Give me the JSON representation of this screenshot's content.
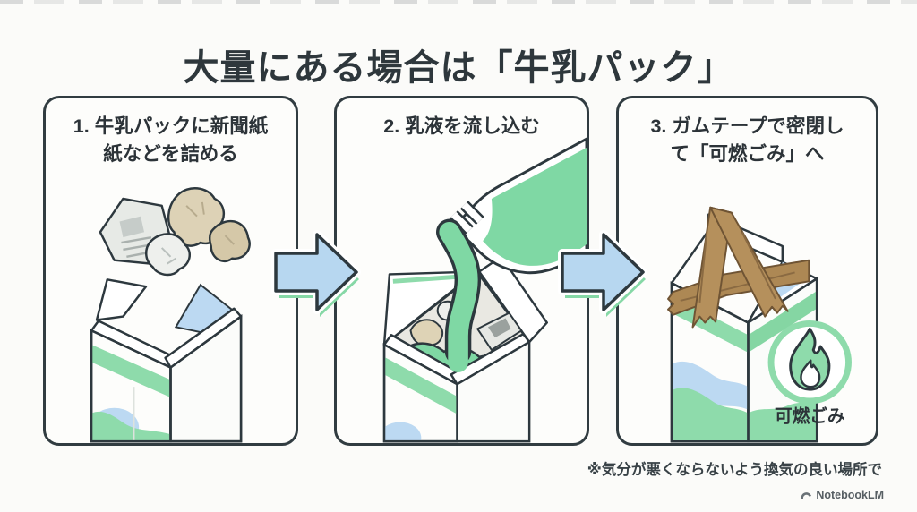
{
  "title": "大量にある場合は「牛乳パック」",
  "steps": [
    {
      "heading": [
        "1. 牛乳パックに新聞紙",
        "紙などを詰める"
      ]
    },
    {
      "heading": [
        "2. 乳液を流し込む"
      ]
    },
    {
      "heading": [
        "3. ガムテープで密閉し",
        "て「可燃ごみ」へ"
      ],
      "badge_label": "可燃ごみ"
    }
  ],
  "footnote": "※気分が悪くならないよう換気の良い場所で",
  "branding": {
    "name": "NotebookLM"
  },
  "colors": {
    "accent_green": "#8edbab",
    "accent_blue": "#bcd9f2",
    "arrow_blue": "#b7d7f0",
    "arrow_shadow_green": "#86d8a6",
    "tape_brown": "#b5905c",
    "outline": "#2d383e",
    "title_text": "#2e373c"
  },
  "icons": {
    "arrow": "arrow-right-icon",
    "flame": "flame-icon",
    "logo": "notebooklm-logo-icon"
  }
}
